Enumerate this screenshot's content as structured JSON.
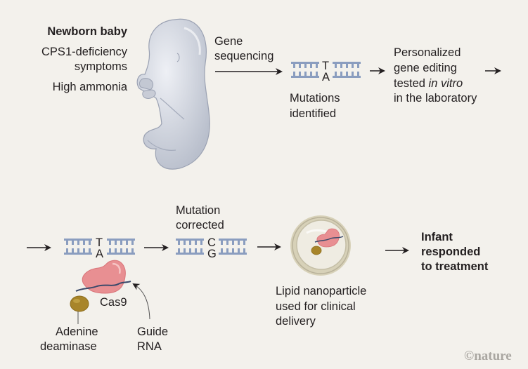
{
  "colors": {
    "background": "#f3f1ec",
    "text": "#231f20",
    "dna": "#8a9dbf",
    "baby": "#d2d6df",
    "cas9": "#e88f92",
    "deaminase": "#a8852a",
    "guide_rna": "#3b4a6b",
    "nanoparticle": "#c9c3ab"
  },
  "step1": {
    "title": "Newborn baby",
    "line2": "CPS1-deficiency",
    "line3": "symptoms",
    "line4": "High ammonia"
  },
  "step2": {
    "arrow_label_1": "Gene",
    "arrow_label_2": "sequencing",
    "base_top": "T",
    "base_bottom": "A",
    "caption_1": "Mutations",
    "caption_2": "identified"
  },
  "step3": {
    "line1": "Personalized",
    "line2": "gene editing",
    "line3_prefix": "tested ",
    "line3_italic": "in vitro",
    "line4": "in the laboratory"
  },
  "step4": {
    "base_top": "T",
    "base_bottom": "A",
    "cas9_label": "Cas9",
    "deaminase_label_1": "Adenine",
    "deaminase_label_2": "deaminase",
    "guide_label_1": "Guide",
    "guide_label_2": "RNA"
  },
  "step5": {
    "title_1": "Mutation",
    "title_2": "corrected",
    "base_top": "C",
    "base_bottom": "G"
  },
  "step6": {
    "caption_1": "Lipid nanoparticle",
    "caption_2": "used for clinical",
    "caption_3": "delivery"
  },
  "step7": {
    "line1": "Infant",
    "line2": "responded",
    "line3": "to treatment"
  },
  "credit": "©nature"
}
